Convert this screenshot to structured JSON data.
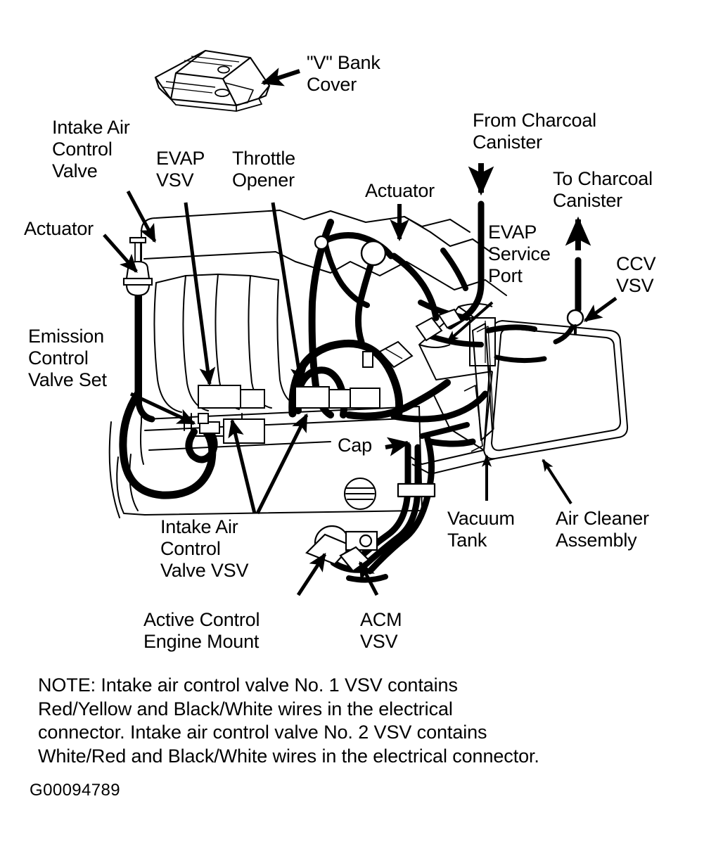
{
  "figure": {
    "id_code": "G00094789",
    "note": "NOTE: Intake air control valve No. 1 VSV contains\nRed/Yellow and Black/White wires in the electrical\nconnector. Intake air control valve No. 2 VSV contains\nWhite/Red and Black/White wires in the electrical connector.",
    "ink_color": "#000000",
    "background_color": "#ffffff"
  },
  "labels": {
    "v_bank_cover": "\"V\" Bank\nCover",
    "intake_air_control_valve": "Intake Air\nControl\nValve",
    "evap_vsv": "EVAP\nVSV",
    "throttle_opener": "Throttle\nOpener",
    "actuator_left": "Actuator",
    "actuator_center": "Actuator",
    "emission_control_valve_set": "Emission\nControl\nValve Set",
    "from_charcoal_canister": "From Charcoal\nCanister",
    "to_charcoal_canister": "To Charcoal\nCanister",
    "evap_service_port": "EVAP\nService\nPort",
    "ccv_vsv": "CCV\nVSV",
    "cap": "Cap",
    "intake_air_control_valve_vsv": "Intake Air\nControl\nValve VSV",
    "active_control_engine_mount": "Active Control\nEngine Mount",
    "acm_vsv": "ACM\nVSV",
    "vacuum_tank": "Vacuum\nTank",
    "air_cleaner_assembly": "Air Cleaner\nAssembly"
  }
}
